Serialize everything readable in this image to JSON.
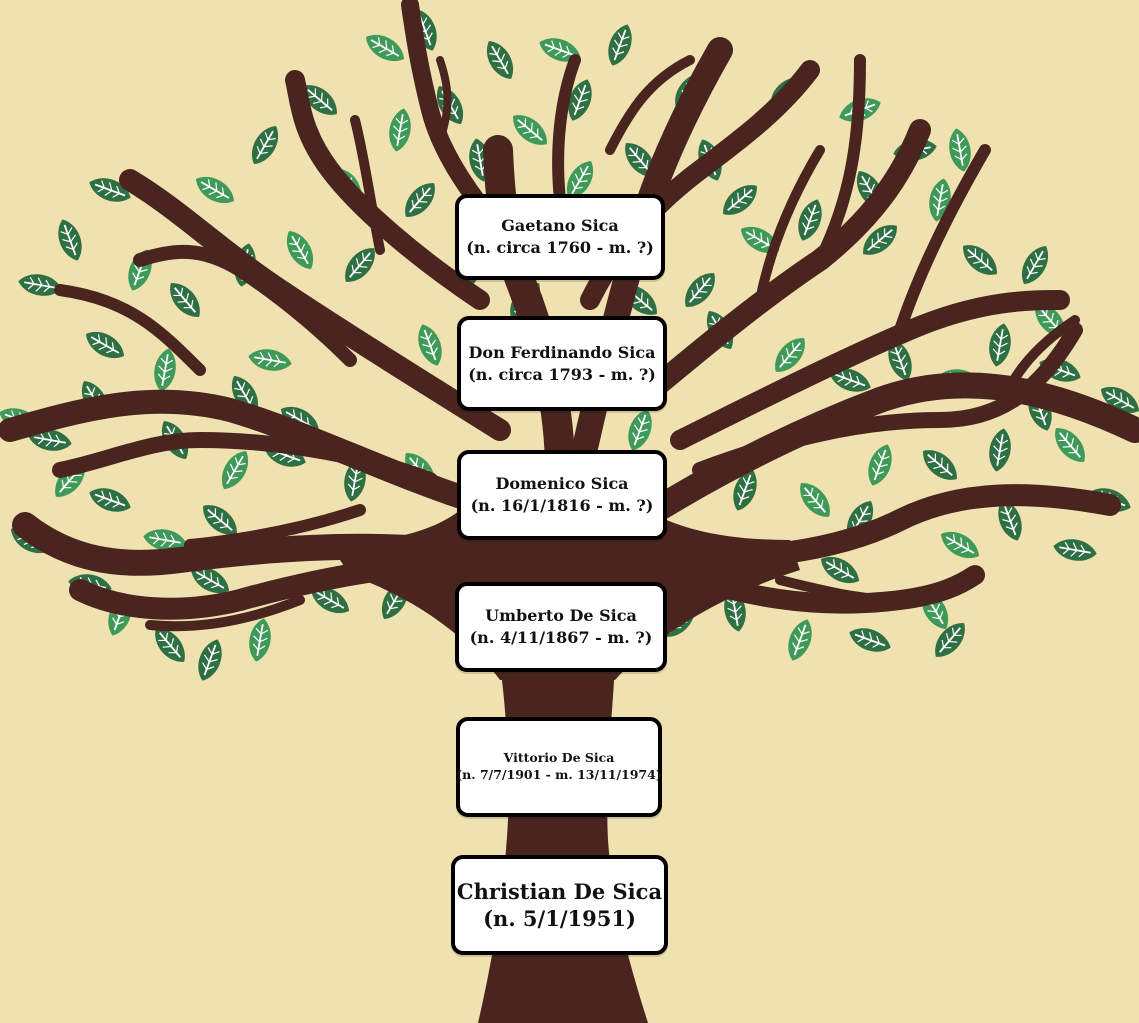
{
  "colors": {
    "background": "#f0e2b0",
    "trunk": "#4a2520",
    "leaf_dark": "#2f6f44",
    "leaf_light": "#3f9a59",
    "leaf_vein": "#ffffff",
    "box_fill": "#ffffff",
    "box_border": "#000000"
  },
  "family": [
    {
      "name": "Gaetano Sica",
      "dates": "(n. circa 1760 - m. ?)"
    },
    {
      "name": "Don Ferdinando Sica",
      "dates": "(n. circa 1793 - m. ?)"
    },
    {
      "name": "Domenico Sica",
      "dates": "(n. 16/1/1816 - m. ?)"
    },
    {
      "name": "Umberto De Sica",
      "dates": "(n. 4/11/1867 - m. ?)"
    },
    {
      "name": "Vittorio De Sica",
      "dates": "(n. 7/7/1901 - m. 13/11/1974)"
    },
    {
      "name": "Christian De Sica",
      "dates": "(n. 5/1/1951)"
    }
  ],
  "icons": [
    "tree-illustration",
    "leaf-icon"
  ]
}
